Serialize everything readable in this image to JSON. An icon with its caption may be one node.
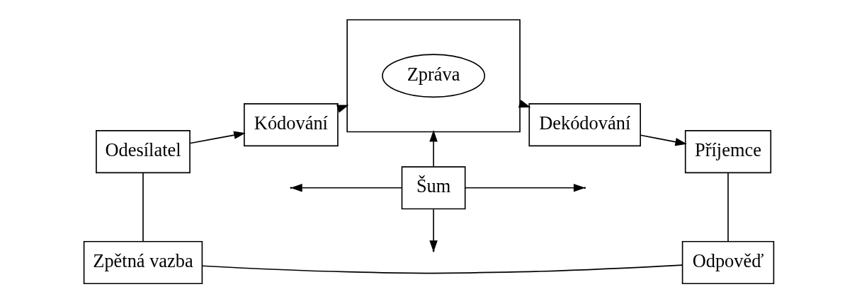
{
  "diagram": {
    "nodes": [
      {
        "text": [
          "Odesílatel"
        ]
      },
      {
        "text": [
          "Kódování"
        ]
      },
      {
        "text": [],
        "shape": "box"
      },
      {
        "text": [
          "Zpráva"
        ],
        "in": 2
      },
      {
        "text": [
          "Dekódování"
        ]
      },
      {
        "text": [
          "Příjemce"
        ]
      },
      {
        "text": [
          "Šum"
        ]
      },
      {
        "text": [
          "Zpětná vazba"
        ]
      },
      {
        "text": [
          "Odpověď"
        ]
      }
    ],
    "edges": [
      {
        "from": 0,
        "to": 1,
        "arrow": "to"
      },
      {
        "from": 1,
        "to": 2,
        "arrow": "to"
      },
      {
        "from": 2,
        "to": 4,
        "arrow": "to"
      },
      {
        "from": 4,
        "to": 5,
        "arrow": "to"
      },
      {
        "from": 6,
        "to": 2,
        "arrow": "to"
      },
      {
        "from": 6,
        "to": null,
        "arrow": "to"
      },
      {
        "from": 6,
        "to": null,
        "arrow": "to"
      },
      {
        "from": 6,
        "to": null,
        "arrow": "to"
      },
      {
        "from": 0,
        "to": 7,
        "arrow": "none"
      },
      {
        "from": 5,
        "to": 8,
        "arrow": "none"
      },
      {
        "from": 7,
        "to": 8,
        "arrow": "none"
      }
    ]
  }
}
